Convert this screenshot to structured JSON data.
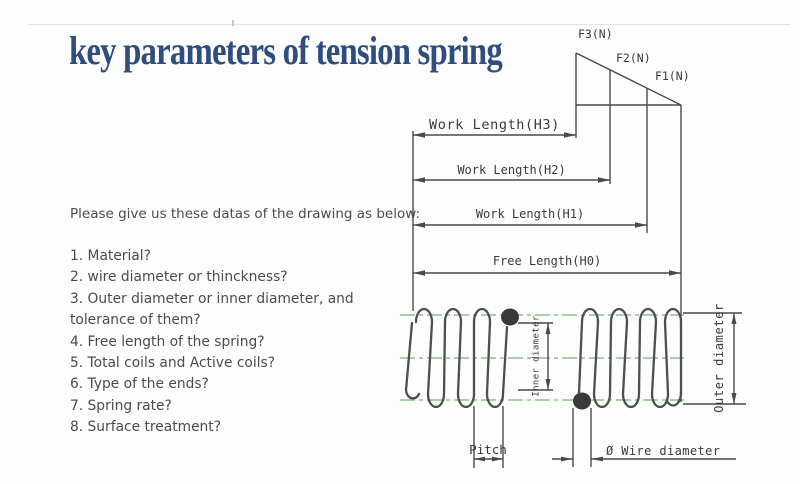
{
  "page": {
    "title": "key parameters of tension spring"
  },
  "request": {
    "intro": "Please give us these datas of the drawing as below:",
    "questions": [
      "1. Material?",
      "2. wire diameter or thinckness?",
      "3. Outer diameter or inner diameter, and  tolerance of them?",
      "4. Free length of the spring?",
      "5. Total coils and Active coils?",
      "6. Type of the ends?",
      "7. Spring rate?",
      "8. Surface treatment?"
    ]
  },
  "diagram": {
    "forces": {
      "f3": "F3(N)",
      "f2": "F2(N)",
      "f1": "F1(N)"
    },
    "dimensions": {
      "work_length_h3": "Work Length(H3)",
      "work_length_h2": "Work Length(H2)",
      "work_length_h1": "Work Length(H1)",
      "free_length_h0": "Free Length(H0)",
      "inner_diameter": "Inner diameter",
      "outer_diameter": "Outer diameter",
      "pitch": "Pitch",
      "wire_diameter": "Ø Wire diameter"
    },
    "colors": {
      "title_blue": "#2f4e7f",
      "line_gray": "#4a4a4a",
      "centerline_green": "#76b876",
      "wire_section_fill": "#3a3a3a"
    }
  }
}
